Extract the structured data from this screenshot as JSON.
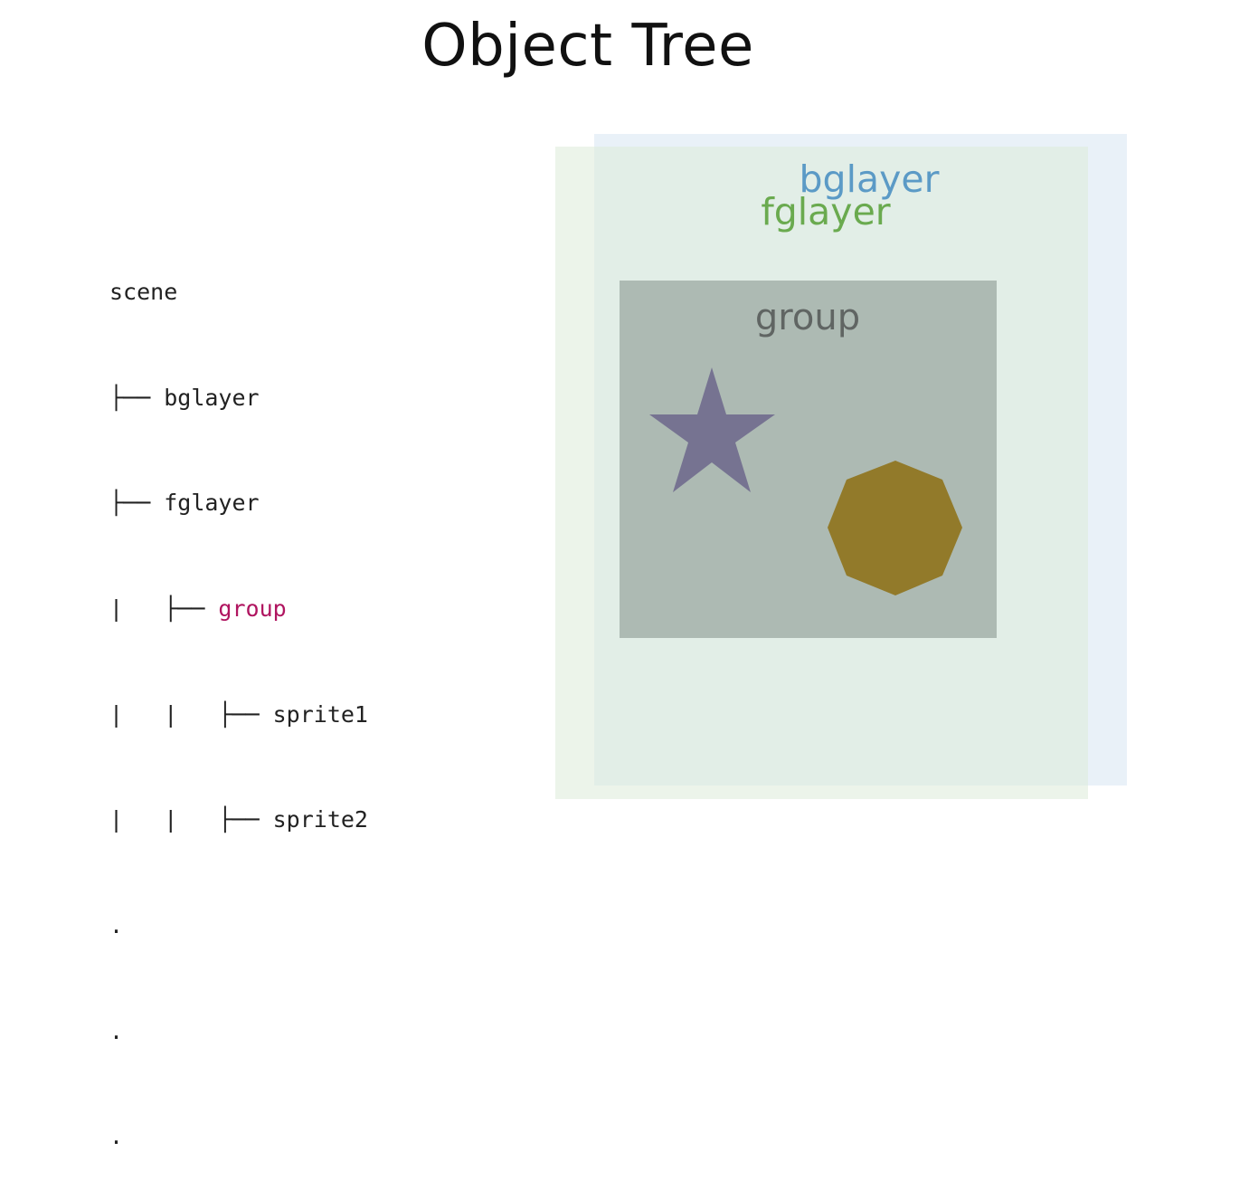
{
  "title": "Object Tree",
  "tree": {
    "lines": [
      {
        "prefix": "scene",
        "label": ""
      },
      {
        "prefix": "├── ",
        "label": "bglayer"
      },
      {
        "prefix": "├── ",
        "label": "fglayer"
      },
      {
        "prefix": "|   ├── ",
        "label": "group"
      },
      {
        "prefix": "|   |   ├── ",
        "label": "sprite1"
      },
      {
        "prefix": "|   |   ├── ",
        "label": "sprite2"
      },
      {
        "prefix": ".",
        "label": ""
      },
      {
        "prefix": ".",
        "label": ""
      },
      {
        "prefix": ".",
        "label": ""
      }
    ]
  },
  "diagram": {
    "bglayer": {
      "label": "bglayer",
      "color": "#5b9ac6",
      "fill": "#e9f1f8"
    },
    "fglayer": {
      "label": "fglayer",
      "color": "#6aaa4f",
      "fill": "#ddebd8"
    },
    "group": {
      "label": "group",
      "color": "#606563",
      "fill": "#adbab3"
    },
    "sprite1": {
      "shape": "star",
      "color": "#767391"
    },
    "sprite2": {
      "shape": "octagon",
      "color": "#927a2a"
    }
  },
  "colors": {
    "highlight": "#b01560"
  }
}
